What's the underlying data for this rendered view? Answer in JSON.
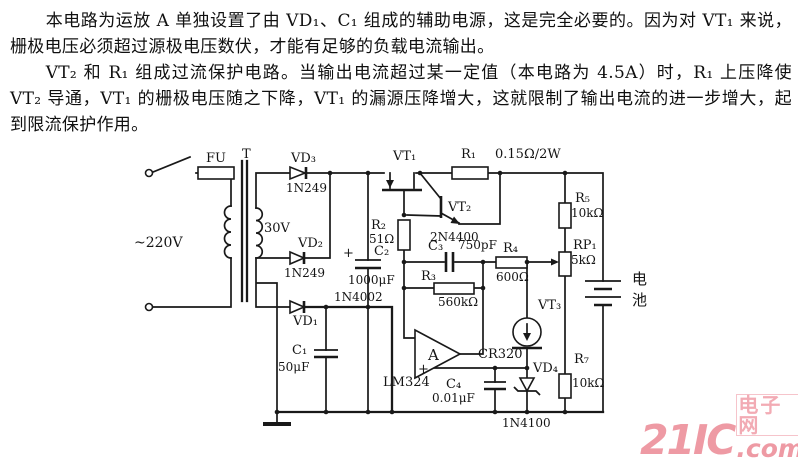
{
  "paragraphs": [
    "本电路为运放 A 单独设置了由 VD₁、C₁ 组成的辅助电源，这是完全必要的。因为对 VT₁ 来说，栅极电压必须超过源极电压数伏，才能有足够的负载电流输出。",
    "VT₂ 和 R₁ 组成过流保护电路。当输出电流超过某一定值（本电路为 4.5A）时，R₁ 上压降使 VT₂ 导通，VT₁ 的栅极电压随之下降，VT₁ 的漏源压降增大，这就限制了输出电流的进一步增大，起到限流保护作用。"
  ],
  "circuit": {
    "fu": "FU",
    "t": "T",
    "ac_voltage": "~220V",
    "secondary_voltage": "30V",
    "vd3_name": "VD₃",
    "vd3_part": "1N249",
    "vd2_name": "VD₂",
    "vd2_part": "1N249",
    "vd1_name": "VD₁",
    "vd1_part": "1N4002",
    "c1_name": "C₁",
    "c1_value": "50μF",
    "c2_plus": "+",
    "c2_name": "C₂",
    "c2_value": "1000μF",
    "vt1_name": "VT₁",
    "r1_name": "R₁",
    "r1_value": "0.15Ω/2W",
    "vt2_name": "VT₂",
    "vt2_part": "2N4400",
    "r2_name": "R₂",
    "r2_value": "51Ω",
    "c3_name": "C₃",
    "c3_value": "750pF",
    "r3_name": "R₃",
    "r3_value": "560kΩ",
    "r4_name": "R₄",
    "r4_value": "600Ω",
    "r5_name": "R₅",
    "r5_value": "10kΩ",
    "rp1_name": "RP₁",
    "rp1_value": "5kΩ",
    "r7_name": "R₇",
    "r7_value": "10kΩ",
    "opamp_name": "A",
    "opamp_plus": "+",
    "opamp_part": "LM324",
    "c4_name": "C₄",
    "c4_value": "0.01μF",
    "vt3_name": "VT₃",
    "vt3_part": "CR320",
    "vd4_name": "VD₄",
    "vd4_part": "1N4100",
    "battery_char_1": "电",
    "battery_char_2": "池"
  },
  "watermark": {
    "brand": "21IC",
    "site_name": "电子网",
    "domain": ".com"
  }
}
